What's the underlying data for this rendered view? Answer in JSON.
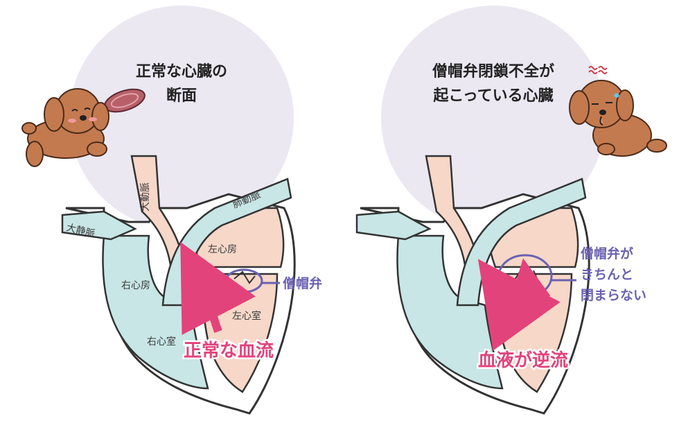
{
  "panels": [
    {
      "title_line1": "正常な心臓の",
      "title_line2": "断面",
      "labels": {
        "aorta": "大動脈",
        "pulmonary_artery": "肺動脈",
        "vena_cava": "大静脈",
        "left_atrium": "左心房",
        "right_atrium": "右心房",
        "left_ventricle": "左心室",
        "right_ventricle": "右心室"
      },
      "valve_callout": "僧帽弁",
      "flow_label": "正常な血流"
    },
    {
      "title_line1": "僧帽弁閉鎖不全が",
      "title_line2": "起こっている心臓",
      "valve_callout_lines": [
        "僧帽弁が",
        "きちんと",
        "閉まらない"
      ],
      "flow_label": "血液が逆流"
    }
  ],
  "colors": {
    "background_circle": "#ebe8f2",
    "vessel_blue": "#c7e6e5",
    "chamber_pink": "#f6d7c8",
    "outline": "#333333",
    "flow_pink": "#e2437a",
    "callout_purple": "#6a61b2",
    "dog_fur": "#c47a4f"
  }
}
